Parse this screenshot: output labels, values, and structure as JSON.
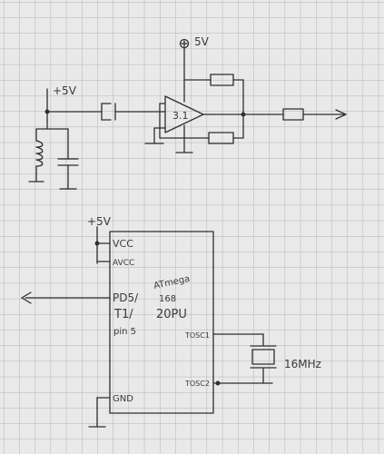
{
  "amplifier_circuit": {
    "supply_top": "5V",
    "supply_left": "+5V",
    "opamp_label": "3.1"
  },
  "mcu_circuit": {
    "supply": "+5V",
    "pin_vcc": "VCC",
    "pin_avcc": "AVCC",
    "pin_pd5": "PD5/",
    "pin_t1": "T1/",
    "pin_note": "pin 5",
    "chip_line1": "ATmega",
    "chip_line2": "168",
    "chip_line3": "20PU",
    "pin_tosc1": "TOSC1",
    "pin_tosc2": "TOSC2",
    "pin_gnd": "GND",
    "crystal": "16MHz"
  }
}
